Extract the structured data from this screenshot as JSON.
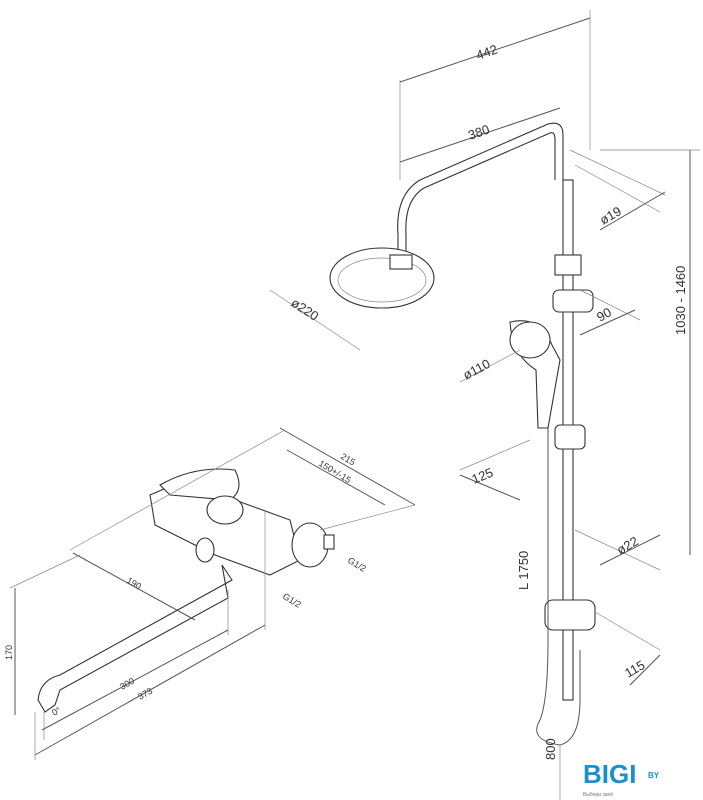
{
  "shower_dimensions": {
    "overall_width": "442",
    "arm_length": "380",
    "arm_diameter": "ø19",
    "head_diameter": "ø220",
    "holder_offset": "90",
    "handshower_diameter": "ø110",
    "height_range": "1030 - 1460",
    "slider_offset": "125",
    "rail_diameter": "ø22",
    "hose_length": "L 1750",
    "bottom_offset": "115",
    "bottom_height": "800"
  },
  "mixer_dimensions": {
    "total_depth": "215",
    "center_distance": "150+/-15",
    "spout_offset": "190",
    "thread_outlet": "G1/2",
    "thread_inlet": "G1/2",
    "spout_height": "170",
    "spout_length": "300",
    "spout_reach": "373",
    "spout_angle": "0°"
  },
  "logo": {
    "brand": "BIGI",
    "suffix": "BY",
    "tagline": "Выбери своё",
    "color": "#1a8fd0"
  }
}
